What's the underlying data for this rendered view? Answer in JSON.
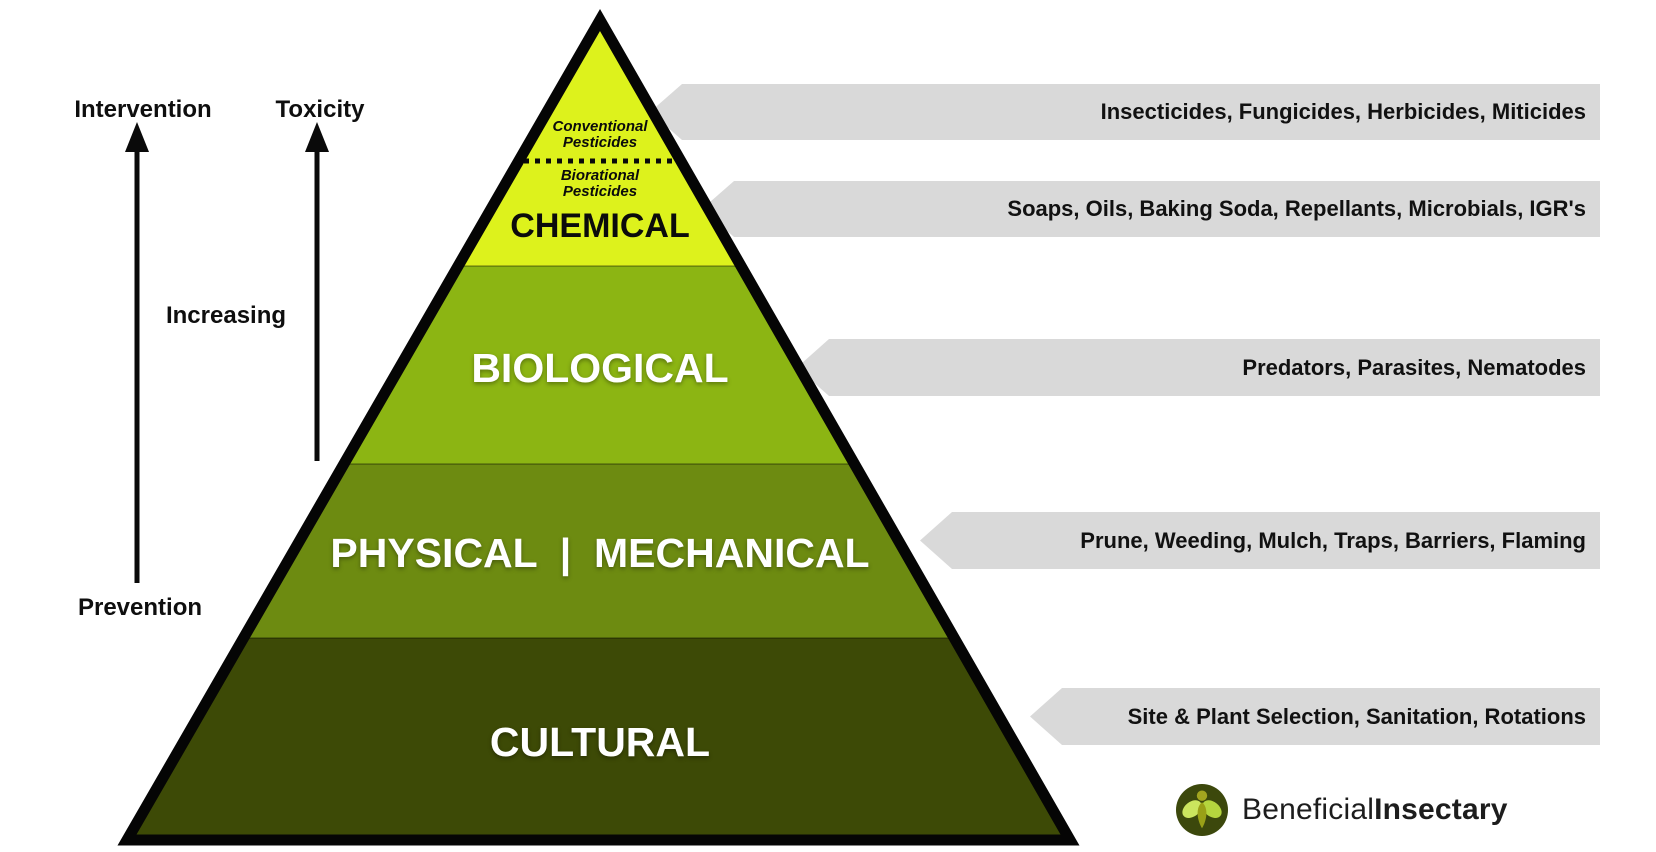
{
  "title": "Integrated Pest Management pyramid",
  "colors": {
    "chemical": "#ddf21c",
    "biological": "#8cb513",
    "physical": "#6d8b11",
    "cultural": "#3d4a06",
    "banner_gray": "#d9d9d9",
    "outline": "#050505",
    "logo_circle": "#3c480c"
  },
  "axis_labels": {
    "intervention": "Intervention",
    "toxicity": "Toxicity",
    "increasing": "Increasing",
    "prevention": "Prevention"
  },
  "pyramid": {
    "chemical": {
      "label": "CHEMICAL",
      "sub_top": "Conventional\nPesticides",
      "sub_bottom": "Biorational\nPesticides"
    },
    "biological": {
      "label": "BIOLOGICAL"
    },
    "physical_mechanical": {
      "label": "PHYSICAL  |  MECHANICAL"
    },
    "cultural": {
      "label": "CULTURAL"
    }
  },
  "banners": [
    {
      "text": "Insecticides, Fungicides, Herbicides, Miticides"
    },
    {
      "text": "Soaps, Oils, Baking Soda, Repellants, Microbials, IGR's"
    },
    {
      "text": "Predators, Parasites, Nematodes"
    },
    {
      "text": "Prune, Weeding, Mulch, Traps, Barriers, Flaming"
    },
    {
      "text": "Site & Plant Selection, Sanitation, Rotations"
    }
  ],
  "logo": {
    "name_regular": "Beneficial",
    "name_bold": "Insectary"
  }
}
